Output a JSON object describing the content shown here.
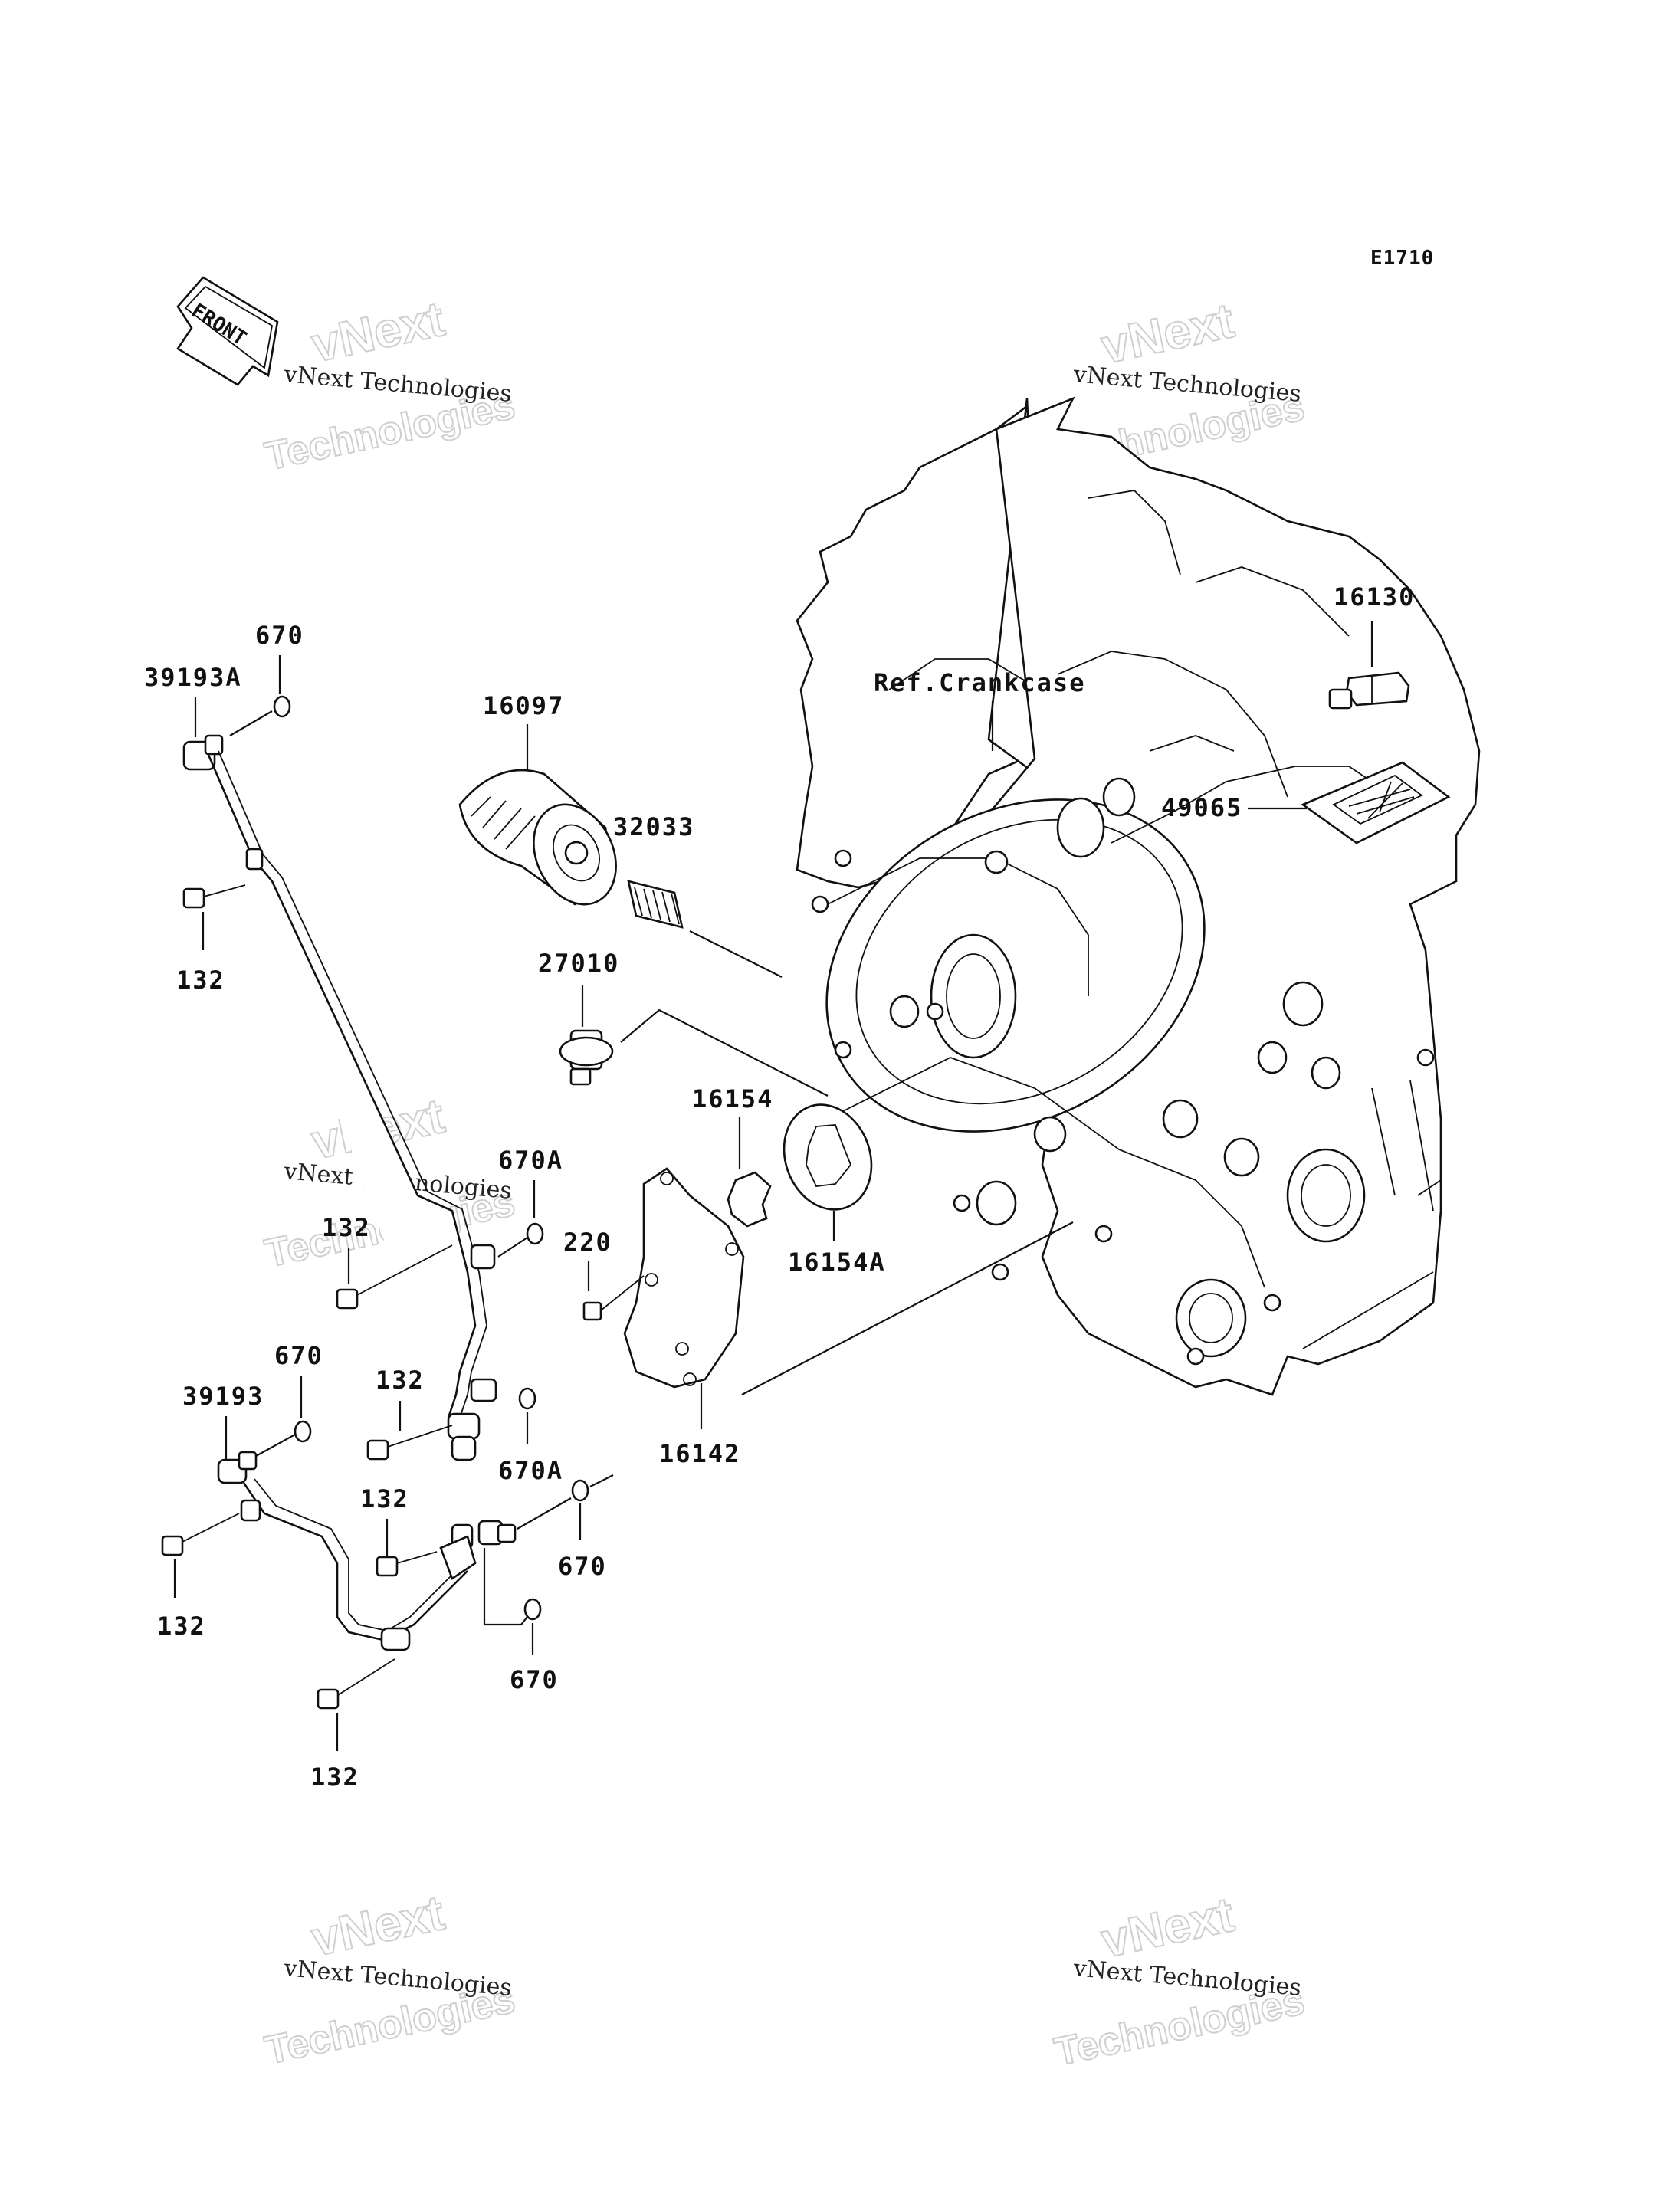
{
  "diagram_code": "E1710",
  "front_arrow_label": "FRONT",
  "reference_label": "Ref.Crankcase",
  "watermark": {
    "small": "vNext Technologies",
    "big_line1": "vNext",
    "big_line2": "Technologies"
  },
  "callouts": {
    "c16130": "16130",
    "c49065": "49065",
    "c16097": "16097",
    "c32033": "32033",
    "c27010": "27010",
    "c16154": "16154",
    "c16154A": "16154A",
    "c220": "220",
    "c16142": "16142",
    "c39193A": "39193A",
    "c670_top": "670",
    "c132_a": "132",
    "c670A_a": "670A",
    "c132_b": "132",
    "c670_mid": "670",
    "c39193": "39193",
    "c132_c": "132",
    "c670A_b": "670A",
    "c132_d": "132",
    "c132_e": "132",
    "c670_b": "670",
    "c670_c": "670",
    "c132_f": "132"
  }
}
